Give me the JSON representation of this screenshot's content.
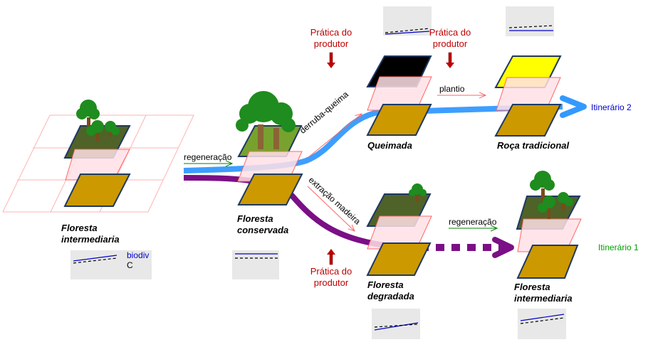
{
  "colors": {
    "soil": "#cc9900",
    "forest_floor": "#4f6228",
    "young_floor": "#77a22e",
    "burnt": "#000000",
    "crop": "#ffff00",
    "outline": "#1f3864",
    "middle_layer": "#ffe0e6",
    "middle_stroke": "#ff6666",
    "itinerary1": "#7b0f86",
    "itinerary2": "#3399ff",
    "practice_text": "#c00000",
    "regen_arrow": "#008000",
    "biodiv_line": "#0000cc",
    "carbon_line": "#000000"
  },
  "nodes": {
    "floresta_intermediaria_left": {
      "title_line1": "Floresta",
      "title_line2": "intermediaria"
    },
    "floresta_conservada": {
      "title_line1": "Floresta",
      "title_line2": "conservada"
    },
    "queimada": {
      "title": "Queimada"
    },
    "roca_tradicional": {
      "title": "Roça tradicional"
    },
    "floresta_degradada": {
      "title_line1": "Floresta",
      "title_line2": "degradada"
    },
    "floresta_intermediaria_right": {
      "title_line1": "Floresta",
      "title_line2": "intermediaria"
    }
  },
  "transitions": {
    "regeneracao_left": "regeneração",
    "derruba_queima": "derruba-queima",
    "extracao_madeira": "extração madeira",
    "plantio": "plantio",
    "regeneracao_right": "regeneração"
  },
  "practices": [
    {
      "line1": "Prática do",
      "line2": "produtor"
    },
    {
      "line1": "Prática do",
      "line2": "produtor"
    },
    {
      "line1": "Prática do",
      "line2": "produtor"
    }
  ],
  "itineraries": {
    "one": "Itinerário 1",
    "two": "Itinerário 2"
  },
  "legend": {
    "biodiv": "biodiv",
    "carbon": "C"
  }
}
